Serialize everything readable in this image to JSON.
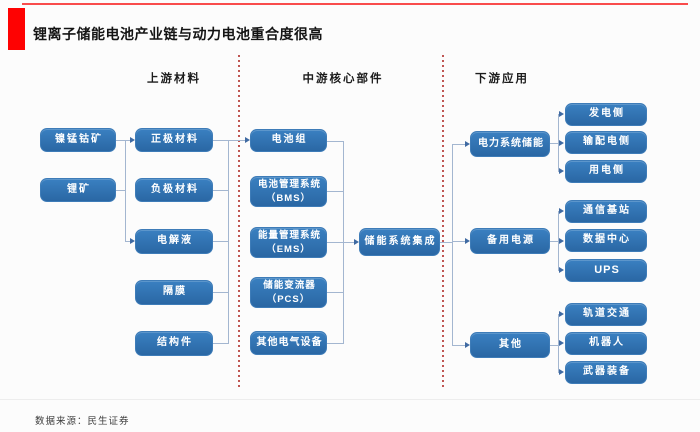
{
  "page": {
    "title": "锂离子储能电池产业链与动力电池重合度很高",
    "source": "数据来源：民生证券"
  },
  "columns": {
    "upstream": "上游材料",
    "midstream": "中游核心部件",
    "downstream": "下游应用"
  },
  "nodes": {
    "ores": [
      "镍锰钴矿",
      "锂矿"
    ],
    "materials": [
      "正极材料",
      "负极材料",
      "电解液",
      "隔膜",
      "结构件"
    ],
    "components": [
      "电池组",
      "电池管理系统\n（BMS）",
      "能量管理系统\n（EMS）",
      "储能变流器\n（PCS）",
      "其他电气设备"
    ],
    "integration": "储能系统集成",
    "applications": [
      "电力系统储能",
      "备用电源",
      "其他"
    ],
    "power_children": [
      "发电侧",
      "输配电侧",
      "用电侧"
    ],
    "backup_children": [
      "通信基站",
      "数据中心",
      "UPS"
    ],
    "other_children": [
      "轨道交通",
      "机器人",
      "武器装备"
    ]
  },
  "colors": {
    "node_fill_top": "#3a80c1",
    "node_fill_bottom": "#2a67a4",
    "accent_red": "#fe0202",
    "top_line_red": "#f94c4c",
    "dashed_red": "#bf5552",
    "connector": "#a3b6d0",
    "arrow": "#3f6aa2"
  }
}
